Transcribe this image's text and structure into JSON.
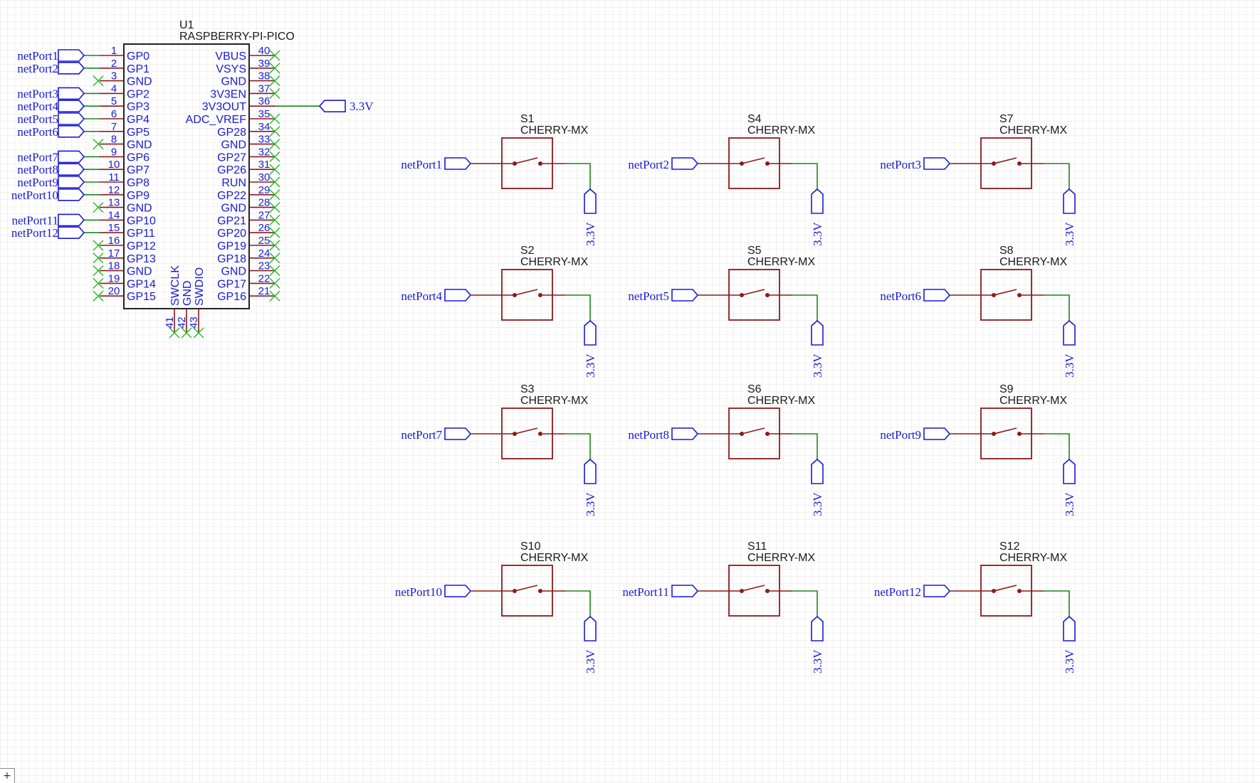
{
  "mcu": {
    "ref": "U1",
    "value": "RASPBERRY-PI-PICO",
    "left_pins": [
      {
        "num": "1",
        "name": "GP0",
        "net": "netPort1"
      },
      {
        "num": "2",
        "name": "GP1",
        "net": "netPort2"
      },
      {
        "num": "3",
        "name": "GND",
        "net": null
      },
      {
        "num": "4",
        "name": "GP2",
        "net": "netPort3"
      },
      {
        "num": "5",
        "name": "GP3",
        "net": "netPort4"
      },
      {
        "num": "6",
        "name": "GP4",
        "net": "netPort5"
      },
      {
        "num": "7",
        "name": "GP5",
        "net": "netPort6"
      },
      {
        "num": "8",
        "name": "GND",
        "net": null
      },
      {
        "num": "9",
        "name": "GP6",
        "net": "netPort7"
      },
      {
        "num": "10",
        "name": "GP7",
        "net": "netPort8"
      },
      {
        "num": "11",
        "name": "GP8",
        "net": "netPort9"
      },
      {
        "num": "12",
        "name": "GP9",
        "net": "netPort10"
      },
      {
        "num": "13",
        "name": "GND",
        "net": null
      },
      {
        "num": "14",
        "name": "GP10",
        "net": "netPort11"
      },
      {
        "num": "15",
        "name": "GP11",
        "net": "netPort12"
      },
      {
        "num": "16",
        "name": "GP12",
        "net": null
      },
      {
        "num": "17",
        "name": "GP13",
        "net": null
      },
      {
        "num": "18",
        "name": "GND",
        "net": null
      },
      {
        "num": "19",
        "name": "GP14",
        "net": null
      },
      {
        "num": "20",
        "name": "GP15",
        "net": null
      }
    ],
    "right_pins": [
      {
        "num": "40",
        "name": "VBUS",
        "net": null
      },
      {
        "num": "39",
        "name": "VSYS",
        "net": null
      },
      {
        "num": "38",
        "name": "GND",
        "net": null
      },
      {
        "num": "37",
        "name": "3V3EN",
        "net": null
      },
      {
        "num": "36",
        "name": "3V3OUT",
        "net": "3.3V"
      },
      {
        "num": "35",
        "name": "ADC_VREF",
        "net": null
      },
      {
        "num": "34",
        "name": "GP28",
        "net": null
      },
      {
        "num": "33",
        "name": "GND",
        "net": null
      },
      {
        "num": "32",
        "name": "GP27",
        "net": null
      },
      {
        "num": "31",
        "name": "GP26",
        "net": null
      },
      {
        "num": "30",
        "name": "RUN",
        "net": null
      },
      {
        "num": "29",
        "name": "GP22",
        "net": null
      },
      {
        "num": "28",
        "name": "GND",
        "net": null
      },
      {
        "num": "27",
        "name": "GP21",
        "net": null
      },
      {
        "num": "26",
        "name": "GP20",
        "net": null
      },
      {
        "num": "25",
        "name": "GP19",
        "net": null
      },
      {
        "num": "24",
        "name": "GP18",
        "net": null
      },
      {
        "num": "23",
        "name": "GND",
        "net": null
      },
      {
        "num": "22",
        "name": "GP17",
        "net": null
      },
      {
        "num": "21",
        "name": "GP16",
        "net": null
      }
    ],
    "bottom_pins": [
      {
        "num": "41",
        "name": "SWCLK"
      },
      {
        "num": "42",
        "name": "GND"
      },
      {
        "num": "43",
        "name": "SWDIO"
      }
    ]
  },
  "switches": [
    {
      "ref": "S1",
      "value": "CHERRY-MX",
      "net_in": "netPort1",
      "net_out": "3.3V"
    },
    {
      "ref": "S4",
      "value": "CHERRY-MX",
      "net_in": "netPort2",
      "net_out": "3.3V"
    },
    {
      "ref": "S7",
      "value": "CHERRY-MX",
      "net_in": "netPort3",
      "net_out": "3.3V"
    },
    {
      "ref": "S2",
      "value": "CHERRY-MX",
      "net_in": "netPort4",
      "net_out": "3.3V"
    },
    {
      "ref": "S5",
      "value": "CHERRY-MX",
      "net_in": "netPort5",
      "net_out": "3.3V"
    },
    {
      "ref": "S8",
      "value": "CHERRY-MX",
      "net_in": "netPort6",
      "net_out": "3.3V"
    },
    {
      "ref": "S3",
      "value": "CHERRY-MX",
      "net_in": "netPort7",
      "net_out": "3.3V"
    },
    {
      "ref": "S6",
      "value": "CHERRY-MX",
      "net_in": "netPort8",
      "net_out": "3.3V"
    },
    {
      "ref": "S9",
      "value": "CHERRY-MX",
      "net_in": "netPort9",
      "net_out": "3.3V"
    },
    {
      "ref": "S10",
      "value": "CHERRY-MX",
      "net_in": "netPort10",
      "net_out": "3.3V"
    },
    {
      "ref": "S11",
      "value": "CHERRY-MX",
      "net_in": "netPort11",
      "net_out": "3.3V"
    },
    {
      "ref": "S12",
      "value": "CHERRY-MX",
      "net_in": "netPort12",
      "net_out": "3.3V"
    }
  ],
  "canvas": {
    "crosshair_symbol": "+"
  },
  "colors": {
    "wire": "#1a8a1a",
    "pin": "#8b1a1a",
    "label": "#1a1ad6",
    "no_connect": "#22bb22"
  }
}
